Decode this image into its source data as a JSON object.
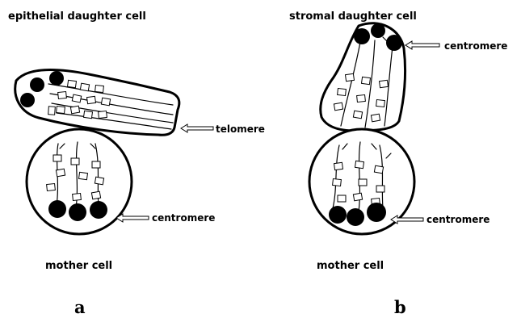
{
  "panel_a": {
    "daughter_label": "epithelial daughter cell",
    "telomere_label": "telomere",
    "centromere_label": "centromere",
    "mother_label": "mother cell",
    "letter": "a"
  },
  "panel_b": {
    "daughter_label": "stromal daughter cell",
    "centromere_top_label": "centromere",
    "centromere_bottom_label": "centromere",
    "mother_label": "mother cell",
    "letter": "b"
  }
}
